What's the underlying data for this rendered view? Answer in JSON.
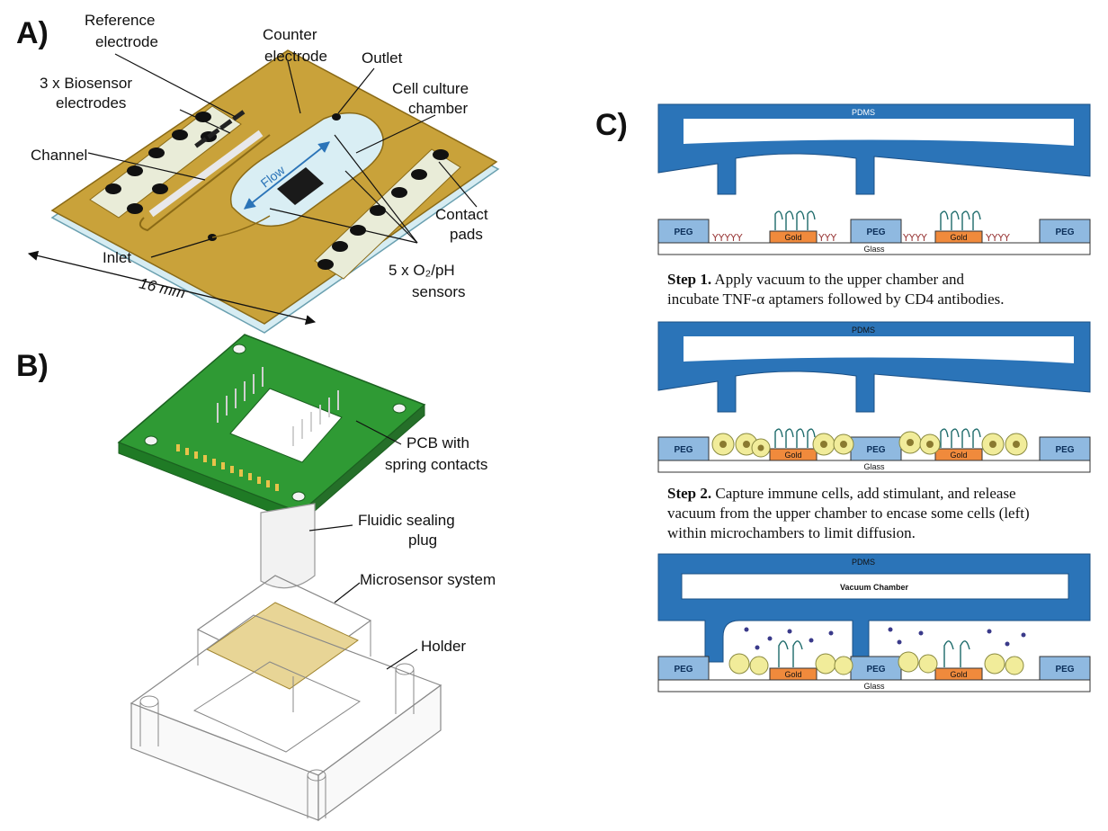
{
  "panels": {
    "a": "A)",
    "b": "B)",
    "c": "C)"
  },
  "panel_a": {
    "reference_electrode": [
      "Reference",
      "electrode"
    ],
    "counter_electrode": [
      "Counter",
      "electrode"
    ],
    "outlet": "Outlet",
    "biosensor": [
      "3 x Biosensor",
      "electrodes"
    ],
    "cell_culture": [
      "Cell culture",
      "chamber"
    ],
    "channel": "Channel",
    "flow": "Flow",
    "contact_pads": [
      "Contact",
      "pads"
    ],
    "inlet": "Inlet",
    "sensors": [
      "5 x O₂/pH",
      "sensors"
    ],
    "scale": "16 mm"
  },
  "panel_b": {
    "pcb": [
      "PCB with",
      "spring contacts"
    ],
    "plug": [
      "Fluidic sealing",
      "plug"
    ],
    "microsensor": "Microsensor system",
    "holder": "Holder"
  },
  "panel_c": {
    "pdms": "PDMS",
    "peg": "PEG",
    "gold": "Gold",
    "glass": "Glass",
    "vacuum_chamber": "Vacuum Chamber",
    "step1": {
      "bold": "Step 1.",
      "lines": [
        " Apply vacuum to the upper chamber and",
        "incubate TNF-α aptamers followed by CD4 antibodies."
      ]
    },
    "step2": {
      "bold": "Step 2.",
      "lines": [
        " Capture immune cells, add stimulant, and release",
        "vacuum from the upper chamber to encase some cells (left)",
        "within microchambers to limit diffusion."
      ]
    }
  },
  "colors": {
    "chip_gold": "#c9a23a",
    "pcb_green": "#2f9a34",
    "pdms_blue": "#2b74b8",
    "peg_blue": "#8fb9e0",
    "gold_orange": "#f08a3c"
  }
}
